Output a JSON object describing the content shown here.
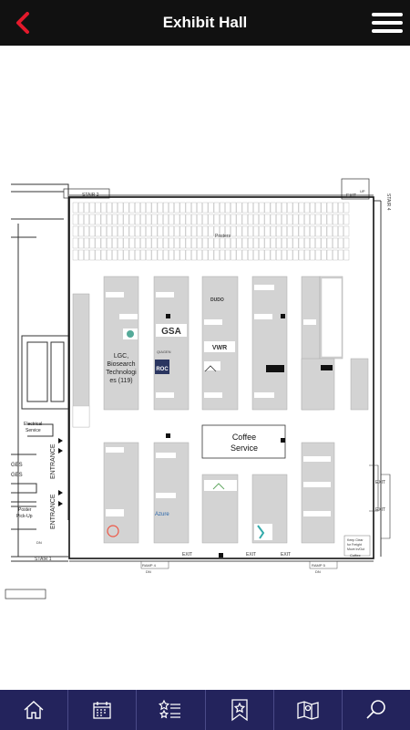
{
  "header": {
    "title": "Exhibit Hall"
  },
  "icons": {
    "back": "back-arrow-icon",
    "menu": "hamburger-menu-icon",
    "tabs": [
      "home-icon",
      "calendar-icon",
      "star-list-icon",
      "bookmark-star-icon",
      "map-icon",
      "search-icon"
    ]
  },
  "colors": {
    "header_bg": "#111111",
    "back_arrow": "#e3192b",
    "tabbar_bg": "#23235c"
  },
  "map": {
    "labels": {
      "stair1": "STAIR 1",
      "stair2": "STAIR 2",
      "stair4": "STAIR 4",
      "ramp4": "RAMP 4",
      "ramp5": "RAMP 5",
      "up": "UP",
      "dn": "DN",
      "exit": "EXIT",
      "entrance": "ENTRANCE",
      "electrical_service_1": "Electrical",
      "electrical_service_2": "Service",
      "ges": "GES",
      "poster_pickup_1": "Poster",
      "poster_pickup_2": "Pick-Up",
      "posters": "Posters",
      "coffee_service_1": "Coffee",
      "coffee_service_2": "Service",
      "coffee": "Coffee",
      "lgc_1": "LGC,",
      "lgc_2": "Biosearch",
      "lgc_3": "Technologi",
      "lgc_4": "es (119)",
      "gsa": "GSA",
      "roc": "ROC",
      "qiagen": "QIAGEN",
      "keep_clear_1": "Keep Clear",
      "keep_clear_2": "for Freight",
      "keep_clear_3": "Move In/Out",
      "azure": "Azure",
      "vwr": "VWR",
      "dudo": "DUDO"
    }
  }
}
